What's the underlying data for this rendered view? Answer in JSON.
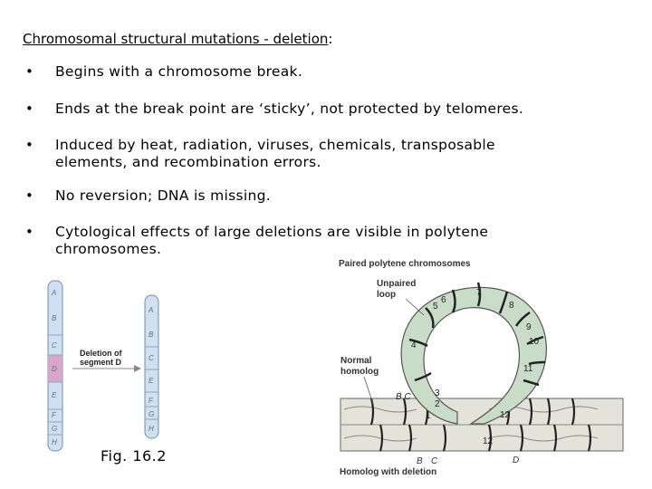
{
  "heading": {
    "main": "Chromosomal structural mutations - deletion",
    "colon": ":"
  },
  "bullet_symbol": "•",
  "bullets": [
    "Begins with a chromosome break.",
    "Ends at the break point are ‘sticky’, not protected by telomeres.",
    "Induced by heat, radiation, viruses, chemicals, transposable elements, and recombination errors.",
    "No reversion; DNA is missing.",
    "Cytological effects of large deletions are visible in polytene chromosomes."
  ],
  "left_figure": {
    "normal_bands": [
      "A",
      "B",
      "C",
      "D",
      "E",
      "F",
      "G",
      "H"
    ],
    "deleted_bands": [
      "A",
      "B",
      "C",
      "E",
      "F",
      "G",
      "H"
    ],
    "arrow_label_line1": "Deletion of",
    "arrow_label_line2": "segment D",
    "deleted_band_color": "#d9a6c9",
    "chromosome_color": "#cfe0f0"
  },
  "caption": "Fig. 16.2",
  "right_figure": {
    "title": "Paired polytene chromosomes",
    "unpaired_loop_line1": "Unpaired",
    "unpaired_loop_line2": "loop",
    "normal_homolog_line1": "Normal",
    "normal_homolog_line2": "homolog",
    "homolog_deletion": "Homolog with deletion",
    "loop_numbers": [
      "3",
      "4",
      "5",
      "6",
      "7",
      "8",
      "9",
      "10",
      "11"
    ],
    "left_band_labels": "B C",
    "bottom_band_B": "B",
    "bottom_band_C": "C",
    "band_D": "D",
    "num_12_top": "12",
    "num_12_bottom": "12",
    "num_1": "1",
    "num_2": "2",
    "loop_color": "#c9dcc7"
  }
}
